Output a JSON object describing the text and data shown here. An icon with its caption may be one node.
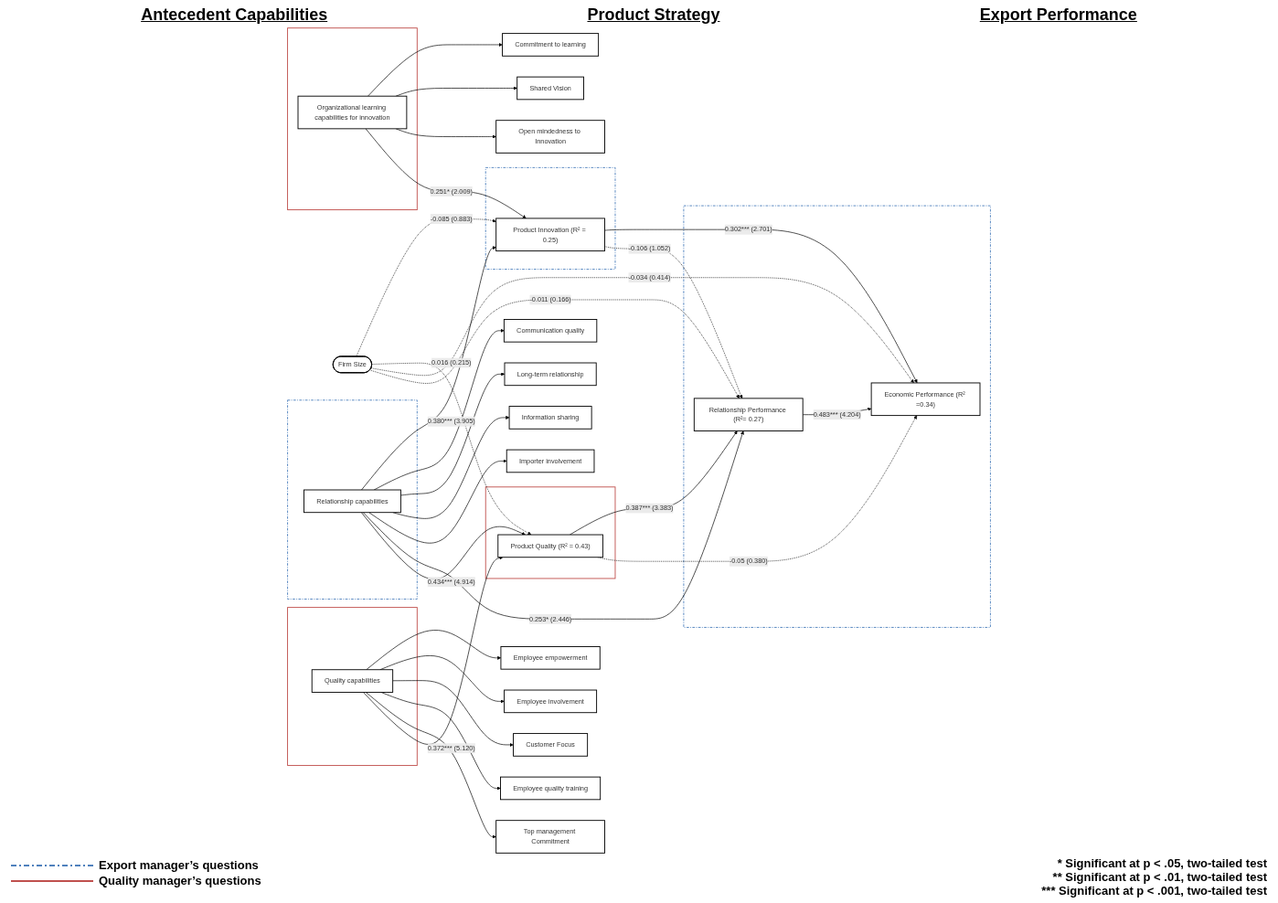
{
  "diagram": {
    "nodes": [
      {
        "text": [
          "Commitment to learning"
        ]
      },
      {
        "text": [
          "Shared Vision"
        ]
      },
      {
        "text": [
          "Open mindedness to Innovation"
        ]
      },
      {
        "text": [],
        "shape": "box"
      },
      {
        "text": [
          "Organizational learning capabilities for innovation"
        ],
        "in": 3
      },
      {
        "text": [],
        "shape": "box"
      },
      {
        "text": [
          "Product Innovation (R² = 0.25)"
        ],
        "in": 5
      },
      {
        "text": [
          "Communication quality"
        ]
      },
      {
        "text": [
          "Long-term relationship"
        ]
      },
      {
        "text": [
          "Information sharing"
        ]
      },
      {
        "text": [
          "Importer involvement"
        ]
      },
      {
        "text": [],
        "shape": "box"
      },
      {
        "text": [
          "Relationship capabilities"
        ],
        "in": 11
      },
      {
        "text": [],
        "shape": "box"
      },
      {
        "text": [
          "Relationship Performance (R²= 0.27)"
        ],
        "in": 13
      },
      {
        "text": [
          "Economic Performance (R² =0.34)"
        ],
        "in": 13
      },
      {
        "text": [
          "Employee empowerment"
        ]
      },
      {
        "text": [
          "Employee involvement"
        ]
      },
      {
        "text": [
          "Customer Focus"
        ]
      },
      {
        "text": [
          "Employee quality training"
        ]
      },
      {
        "text": [
          "Top management Commitment"
        ]
      },
      {
        "text": [],
        "shape": "box"
      },
      {
        "text": [
          "Quality capabilities"
        ],
        "in": 21
      },
      {
        "text": [],
        "shape": "box"
      },
      {
        "text": [
          "Product Quality (R² = 0.43)"
        ],
        "in": 23
      },
      {
        "text": [
          "Firm Size"
        ]
      }
    ],
    "edges": [
      {
        "from": 4,
        "to": 0,
        "arrow": "to"
      },
      {
        "from": 4,
        "to": 1,
        "arrow": "to"
      },
      {
        "from": 4,
        "to": 2,
        "arrow": "to"
      },
      {
        "from": 4,
        "to": 6,
        "arrow": "to",
        "label": "0.251* (2.009)"
      },
      {
        "from": 12,
        "to": 6,
        "arrow": "to",
        "label": "0.380*** (3.905)"
      },
      {
        "from": 12,
        "to": 7,
        "arrow": "to"
      },
      {
        "from": 12,
        "to": 8,
        "arrow": "to"
      },
      {
        "from": 12,
        "to": 9,
        "arrow": "to"
      },
      {
        "from": 12,
        "to": 10,
        "arrow": "to"
      },
      {
        "from": 12,
        "to": 14,
        "arrow": "to",
        "label": "0.253* (2.446)"
      },
      {
        "from": 12,
        "to": 24,
        "arrow": "to",
        "label": "0.434*** (4.914)"
      },
      {
        "from": 6,
        "to": 15,
        "arrow": "to",
        "label": "0.302*** (2.701)"
      },
      {
        "from": 6,
        "to": 14,
        "arrow": "to",
        "label": "-0.106 (1.052)",
        "style": "dashed"
      },
      {
        "from": 22,
        "to": 16,
        "arrow": "to"
      },
      {
        "from": 22,
        "to": 17,
        "arrow": "to"
      },
      {
        "from": 22,
        "to": 18,
        "arrow": "to"
      },
      {
        "from": 22,
        "to": 19,
        "arrow": "to"
      },
      {
        "from": 22,
        "to": 20,
        "arrow": "to"
      },
      {
        "from": 22,
        "to": 24,
        "arrow": "to",
        "label": "0.372*** (5.120)"
      },
      {
        "from": 24,
        "to": 14,
        "arrow": "to",
        "label": "0.387*** (3.383)"
      },
      {
        "from": 24,
        "to": 15,
        "arrow": "to",
        "label": "-0.05 (0.380)",
        "style": "dashed"
      },
      {
        "from": 14,
        "to": 15,
        "arrow": "to",
        "label": "0.483*** (4.204)"
      },
      {
        "from": 25,
        "to": 6,
        "arrow": "to",
        "label": "-0.085 (0.883)",
        "style": "dashed"
      },
      {
        "from": 25,
        "to": 24,
        "arrow": "to",
        "label": "0.016 (0.215)",
        "style": "dashed"
      },
      {
        "from": 25,
        "to": 15,
        "arrow": "to",
        "label": "-0.034 (0.414)",
        "style": "dashed"
      },
      {
        "from": 25,
        "to": 14,
        "arrow": "to",
        "label": "-0.011 (0.166)",
        "style": "dashed"
      }
    ],
    "labels": [
      "Antecedent Capabilities",
      "Product Strategy",
      "Export Performance",
      "* Significant at p < .05, two-tailed test",
      "** Significant at p < .01, two-tailed test",
      "*** Significant at p < .001, two-tailed test"
    ],
    "legend": [
      {
        "text": "Export manager’s questions"
      },
      {
        "text": "Quality manager’s questions"
      }
    ]
  }
}
